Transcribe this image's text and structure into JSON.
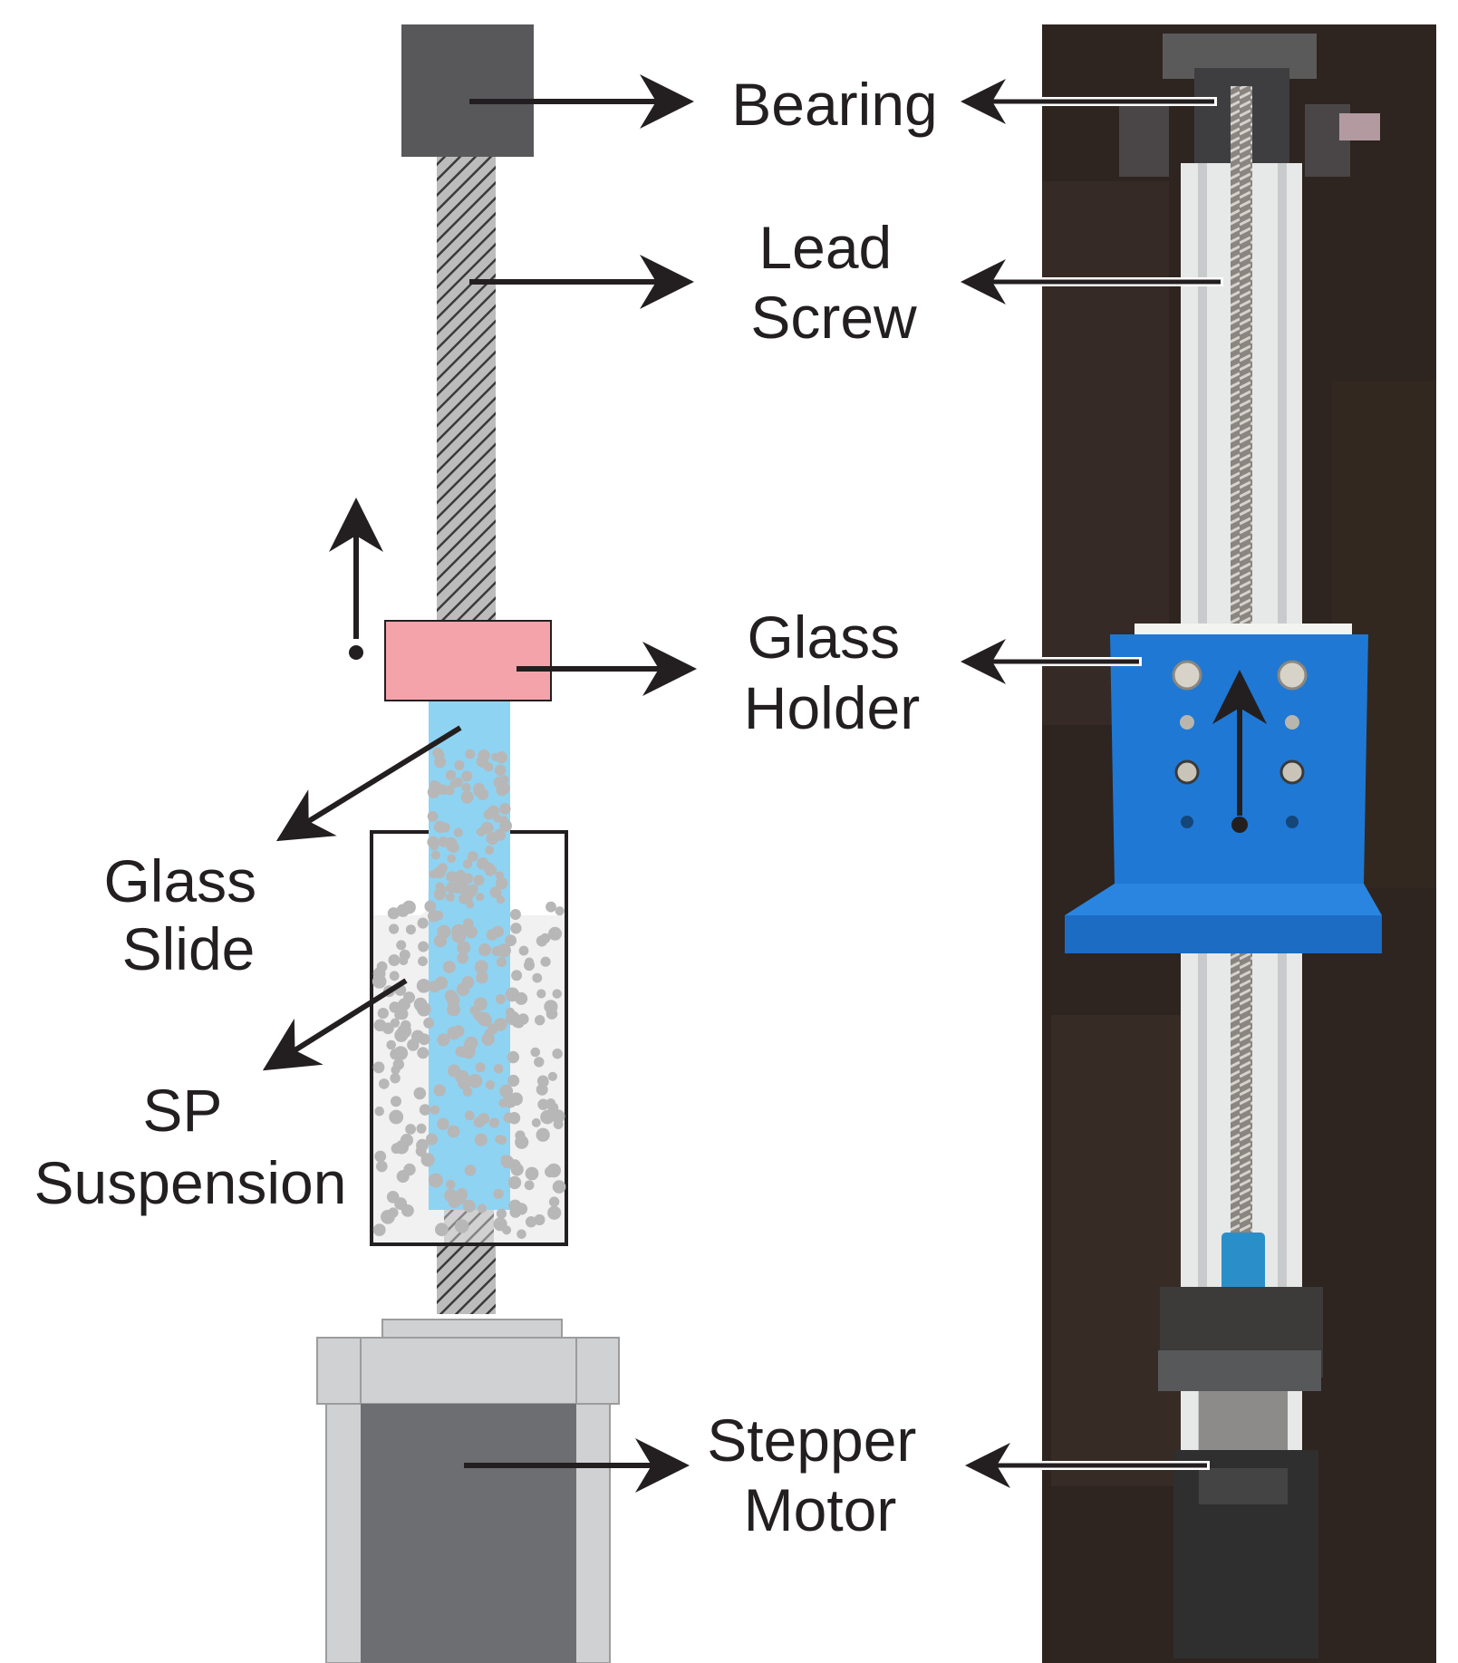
{
  "labels": {
    "bearing": "Bearing",
    "lead_screw": [
      "Lead",
      "Screw"
    ],
    "glass_holder": [
      "Glass",
      "Holder"
    ],
    "glass_slide": [
      "Glass",
      "Slide"
    ],
    "sp_suspension": [
      "SP",
      "Suspension"
    ],
    "stepper_motor": [
      "Stepper",
      "Motor"
    ]
  },
  "colors": {
    "text": "#231f20",
    "arrow": "#231f20",
    "bearing_block": "#58585b",
    "glass_holder": "#f4a3ab",
    "glass_slide": "#8fd3f2",
    "particles": "#b7b7b7",
    "motor_body": "#6d6e71",
    "motor_frame": "#d0d1d3",
    "photo_background": "#2e2420",
    "rail": "#e7e8e8",
    "holder_blue": "#1f78d4"
  }
}
